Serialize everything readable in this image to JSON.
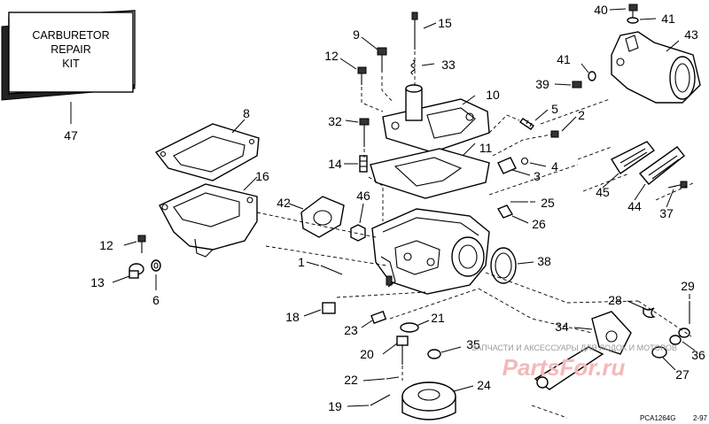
{
  "kit_box": {
    "line1": "CARBURETOR",
    "line2": "REPAIR",
    "line3": "KIT"
  },
  "callouts": {
    "p1": "1",
    "p2": "2",
    "p3": "3",
    "p4": "4",
    "p5": "5",
    "p6": "6",
    "p8": "8",
    "p9": "9",
    "p10": "10",
    "p11": "11",
    "p12a": "12",
    "p12b": "12",
    "p13": "13",
    "p14": "14",
    "p15": "15",
    "p16": "16",
    "p18": "18",
    "p19": "19",
    "p20": "20",
    "p21": "21",
    "p22": "22",
    "p23": "23",
    "p24": "24",
    "p25": "25",
    "p26": "26",
    "p27": "27",
    "p28": "28",
    "p29": "29",
    "p32": "32",
    "p33": "33",
    "p34": "34",
    "p35": "35",
    "p36": "36",
    "p37": "37",
    "p38": "38",
    "p39": "39",
    "p40": "40",
    "p41a": "41",
    "p41b": "41",
    "p42": "42",
    "p43": "43",
    "p44": "44",
    "p45": "45",
    "p46": "46",
    "p47": "47"
  },
  "watermark": {
    "caption": "ЗАПЧАСТИ И АКСЕССУАРЫ ДЛЯ ЛОДОК И МОТОРОВ",
    "brand": "PartsFor.ru"
  },
  "footer": {
    "code": "PCA1264G",
    "date": "2-97"
  }
}
